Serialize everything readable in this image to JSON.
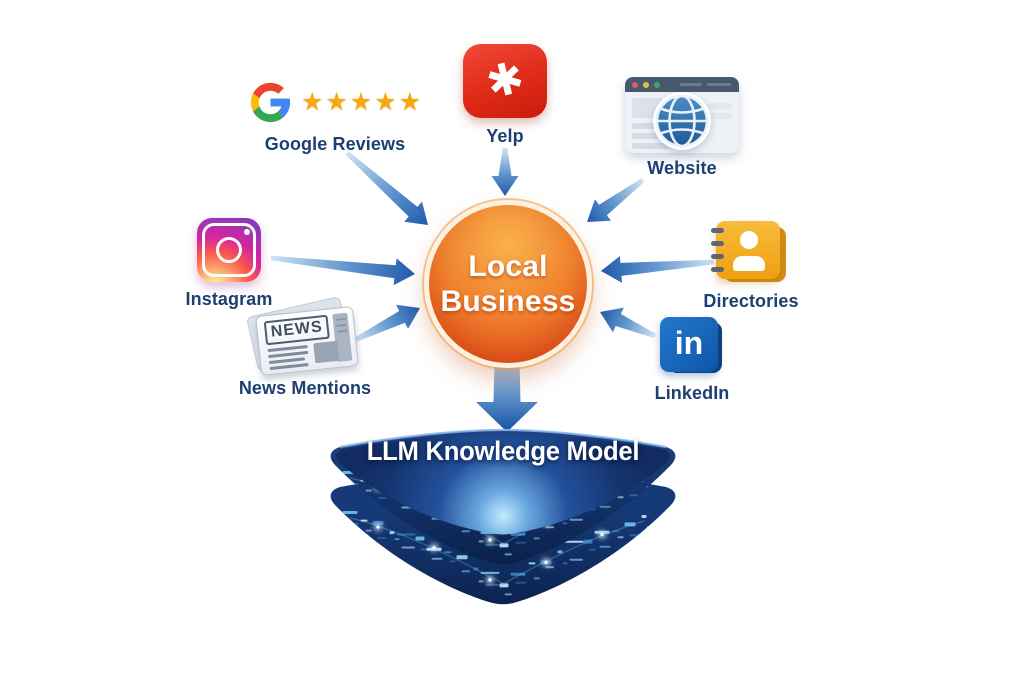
{
  "colors": {
    "background": "#ffffff",
    "label_navy": "#1d3f72",
    "arrow_blue": "#2a63ad",
    "business_orange_top": "#f9ae47",
    "business_orange_bottom": "#dd3f16",
    "star_gold": "#f6a90f",
    "yelp_red": "#d92c1a",
    "linkedin_blue": "#0e5cb0",
    "directories_yellow": "#f2a81d",
    "instagram_magenta": "#d6249f",
    "model_navy": "#14316b",
    "model_glow_cyan": "#7fd0f4"
  },
  "center": {
    "line1": "Local",
    "line2": "Business"
  },
  "model": {
    "label": "LLM Knowledge Model"
  },
  "sources": [
    {
      "id": "google-reviews",
      "label": "Google Reviews",
      "icon": "google-g-icon",
      "stars": 5,
      "stars_text": "★★★★★"
    },
    {
      "id": "yelp",
      "label": "Yelp",
      "icon": "yelp-burst-icon",
      "burst_glyph": "✱"
    },
    {
      "id": "website",
      "label": "Website",
      "icon": "browser-globe-icon"
    },
    {
      "id": "instagram",
      "label": "Instagram",
      "icon": "instagram-camera-icon"
    },
    {
      "id": "news-mentions",
      "label": "News Mentions",
      "icon": "newspaper-icon",
      "newspaper_headline": "NEWS"
    },
    {
      "id": "directories",
      "label": "Directories",
      "icon": "address-book-icon"
    },
    {
      "id": "linkedin",
      "label": "LinkedIn",
      "icon": "linkedin-in-icon",
      "badge_text": "in"
    }
  ],
  "connections": [
    {
      "from": "google-reviews",
      "to": "local-business"
    },
    {
      "from": "yelp",
      "to": "local-business"
    },
    {
      "from": "website",
      "to": "local-business"
    },
    {
      "from": "instagram",
      "to": "local-business"
    },
    {
      "from": "news-mentions",
      "to": "local-business"
    },
    {
      "from": "directories",
      "to": "local-business"
    },
    {
      "from": "linkedin",
      "to": "local-business"
    },
    {
      "from": "local-business",
      "to": "llm-knowledge-model"
    }
  ]
}
